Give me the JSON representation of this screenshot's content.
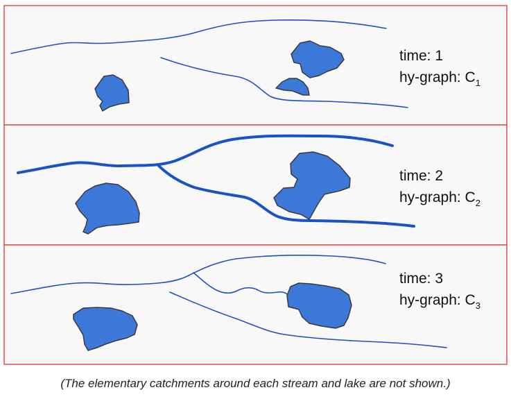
{
  "panels": [
    {
      "time_label": "time: 1",
      "hy_prefix": "hy-graph: C",
      "hy_sub": "1"
    },
    {
      "time_label": "time: 2",
      "hy_prefix": "hy-graph: C",
      "hy_sub": "2"
    },
    {
      "time_label": "time: 3",
      "hy_prefix": "hy-graph: C",
      "hy_sub": "3"
    }
  ],
  "caption": "(The elementary catchments around each stream and lake are not shown.)",
  "colors": {
    "stream": "#1a52c8",
    "lake": "#3c78d8",
    "border": "#e0504a"
  }
}
